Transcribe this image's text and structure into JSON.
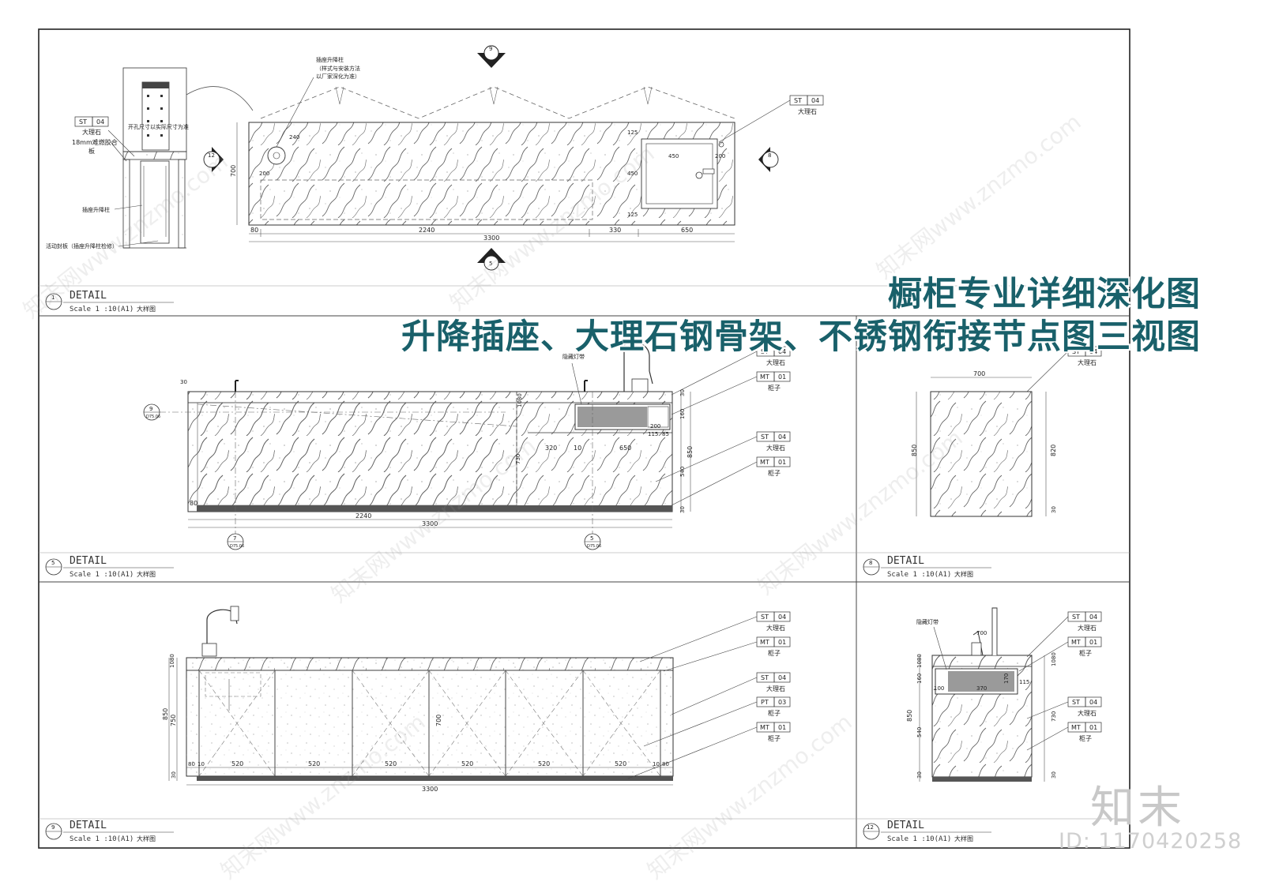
{
  "title": {
    "line1": "橱柜专业详细深化图",
    "line2": "升降插座、大理石钢骨架、不锈钢衔接节点图三视图"
  },
  "watermark": {
    "text": "知末网www.znzmo.com",
    "logo": "知末",
    "id": "ID: 1170420258"
  },
  "colors": {
    "title": "#19606a",
    "line": "#333333",
    "dim": "#555555"
  },
  "tags": {
    "st": "ST",
    "st_num": "04",
    "st_name": "大理石",
    "mt": "MT",
    "mt_num": "01",
    "mt_name": "柜子",
    "pt": "PT",
    "pt_num": "03",
    "pt_name": "柜子"
  },
  "common": {
    "detail": "DETAIL",
    "scale": "Scale  1 :10(A1)",
    "sample": "大样图"
  },
  "panels": {
    "p1": {
      "number": "1",
      "notes": {
        "socket_title": "插座升降柱",
        "socket_sub1": "（样式与安装方法",
        "socket_sub2": "以厂家深化为准）",
        "marble": "大理石",
        "board1": "18mm难燃胶合",
        "board2": "板",
        "hole": "开孔尺寸以实际尺寸为准",
        "column": "插座升降柱",
        "panel": "活动封板（插座升降柱检修）"
      },
      "dims": [
        "80",
        "2240",
        "3300",
        "330",
        "650",
        "700",
        "240",
        "200",
        "125",
        "450",
        "125",
        "450",
        "200"
      ],
      "callouts": {
        "top": "9",
        "right": "8",
        "left": "12",
        "bottom": "5"
      }
    },
    "p5": {
      "number": "5",
      "notes": {
        "light": "隐藏灯带"
      },
      "dims": [
        "2240",
        "3300",
        "80",
        "320",
        "10",
        "650",
        "200",
        "115",
        "85",
        "1080",
        "730",
        "850",
        "540",
        "160",
        "30",
        "30",
        "30"
      ],
      "callouts": {
        "left": "9",
        "left_sub": "D75.06",
        "b7": "7",
        "b7_sub": "D75.06",
        "b5": "5",
        "b5_sub": "D75.06"
      }
    },
    "p8": {
      "number": "8",
      "dims": [
        "700",
        "850",
        "820",
        "30"
      ]
    },
    "p9": {
      "number": "9",
      "dims": [
        "3300",
        "80",
        "10",
        "520",
        "520",
        "520",
        "520",
        "520",
        "520",
        "10",
        "80",
        "850",
        "750",
        "700",
        "1080",
        "30"
      ]
    },
    "p12": {
      "number": "12",
      "notes": {
        "light": "隐藏灯带"
      },
      "dims": [
        "700",
        "100",
        "370",
        "115",
        "170",
        "160",
        "1080",
        "850",
        "540",
        "730",
        "30",
        "30",
        "1080"
      ]
    }
  }
}
